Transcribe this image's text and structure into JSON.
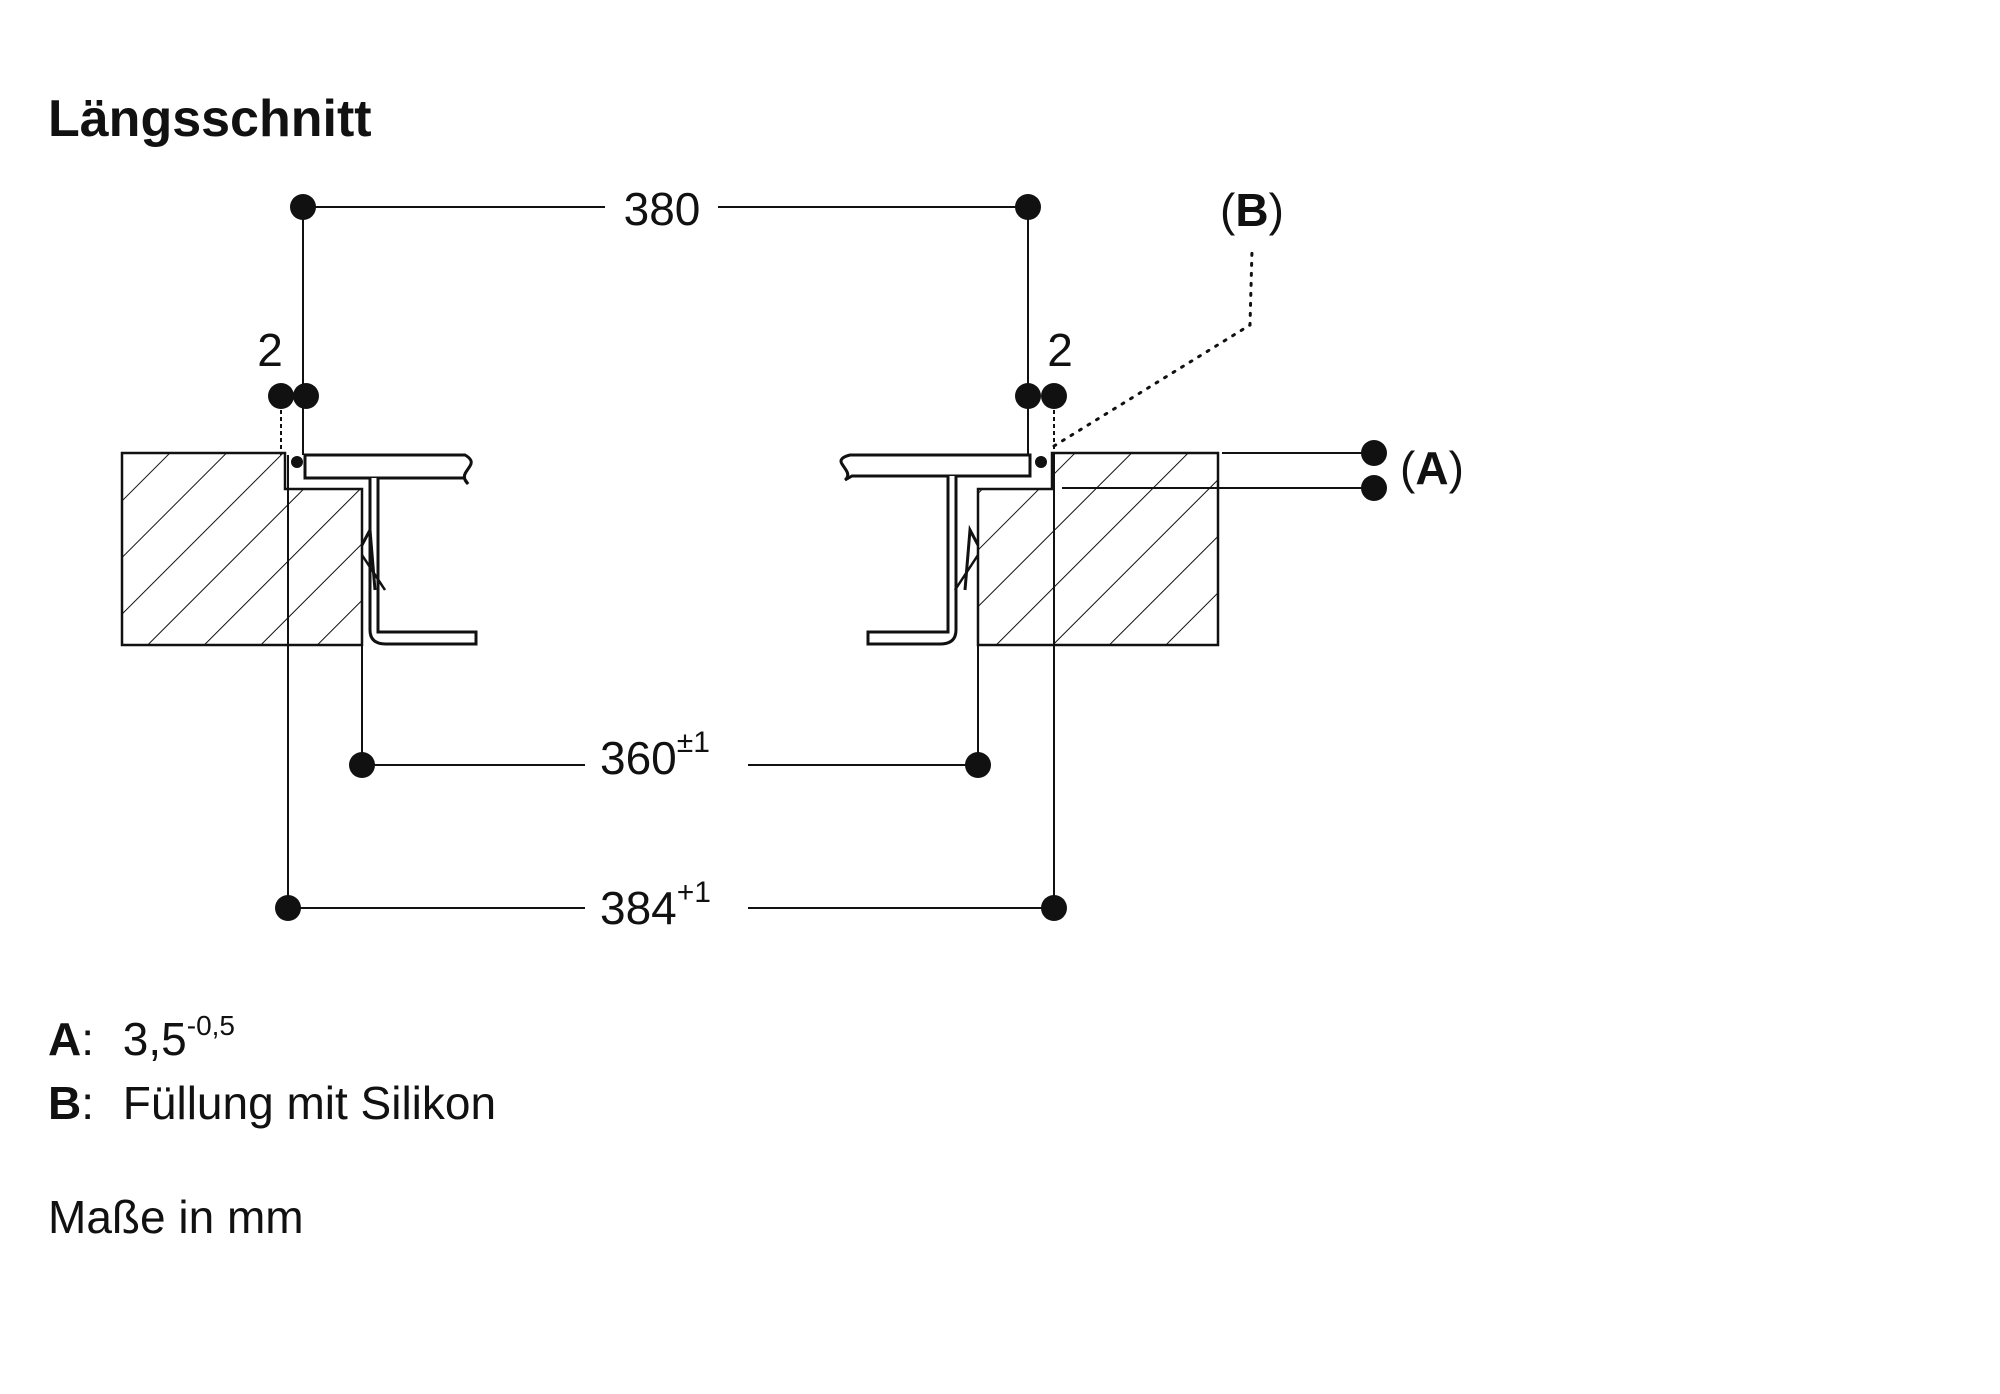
{
  "title": "Längsschnitt",
  "dimensions": {
    "top_width": "380",
    "gap_left": "2",
    "gap_right": "2",
    "inner_width": "360",
    "inner_tolerance": "±1",
    "outer_width": "384",
    "outer_tolerance": "+1"
  },
  "callouts": {
    "a": {
      "open": "(",
      "letter": "A",
      "close": ")"
    },
    "b": {
      "open": "(",
      "letter": "B",
      "close": ")"
    }
  },
  "legend": {
    "a_key": "A",
    "a_sep": ":",
    "a_value": "3,5",
    "a_tolerance": "-0,5",
    "b_key": "B",
    "b_sep": ":",
    "b_value": "Füllung mit Silikon",
    "units_note": "Maße in mm"
  }
}
